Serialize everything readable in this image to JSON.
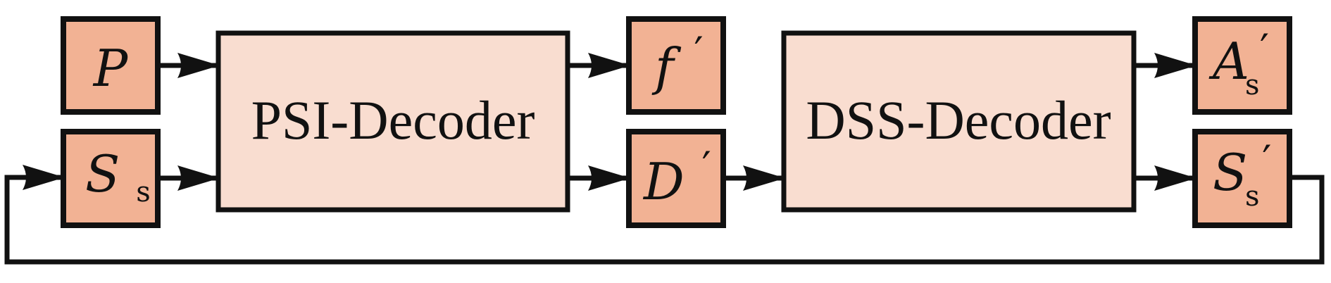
{
  "colors": {
    "stroke": "#111111",
    "io_fill": "#f2b294",
    "block_fill": "#f9ddd0"
  },
  "blocks": {
    "psi": {
      "label": "PSI-Decoder"
    },
    "dss": {
      "label": "DSS-Decoder"
    }
  },
  "nodes": {
    "p": {
      "symbol": "P"
    },
    "ss": {
      "symbol": "S",
      "subscript": "s"
    },
    "fprime": {
      "symbol": "f",
      "prime": "′"
    },
    "dprime": {
      "symbol": "D",
      "prime": "′"
    },
    "as_prime": {
      "symbol": "A",
      "prime": "′",
      "subscript": "s"
    },
    "ss_prime": {
      "symbol": "S",
      "prime": "′",
      "subscript": "s"
    }
  }
}
